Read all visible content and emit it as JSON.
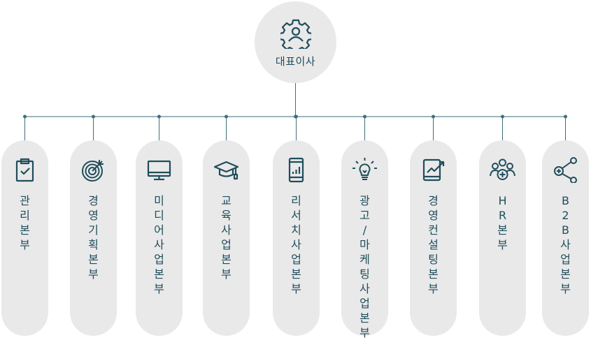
{
  "colors": {
    "accent": "#1f4d5c",
    "line": "#3e6e7a",
    "shape": "#e9e9e9"
  },
  "root": {
    "label": "대표이사",
    "icon": "gear-person-icon"
  },
  "departments": [
    {
      "label": "관\n리\n본\n부",
      "icon": "clipboard-check-icon"
    },
    {
      "label": "경\n영\n기\n획\n본\n부",
      "icon": "target-icon"
    },
    {
      "label": "미\n디\n어\n사\n업\n본\n부",
      "icon": "monitor-icon"
    },
    {
      "label": "교\n육\n사\n업\n본\n부",
      "icon": "graduation-cap-icon"
    },
    {
      "label": "리\n서\n치\n사\n업\n본\n부",
      "icon": "tablet-chart-icon"
    },
    {
      "label": "광\n고\n/\n마\n케\n팅\n사\n업\n본\n부",
      "icon": "lightbulb-icon"
    },
    {
      "label": "경\n영\n컨\n설\n팅\n본\n부",
      "icon": "tablet-growth-icon"
    },
    {
      "label": "H\nR\n본\n부",
      "icon": "people-add-icon"
    },
    {
      "label": "B\n2\nB\n사\n업\n본\n부",
      "icon": "share-icon"
    }
  ]
}
